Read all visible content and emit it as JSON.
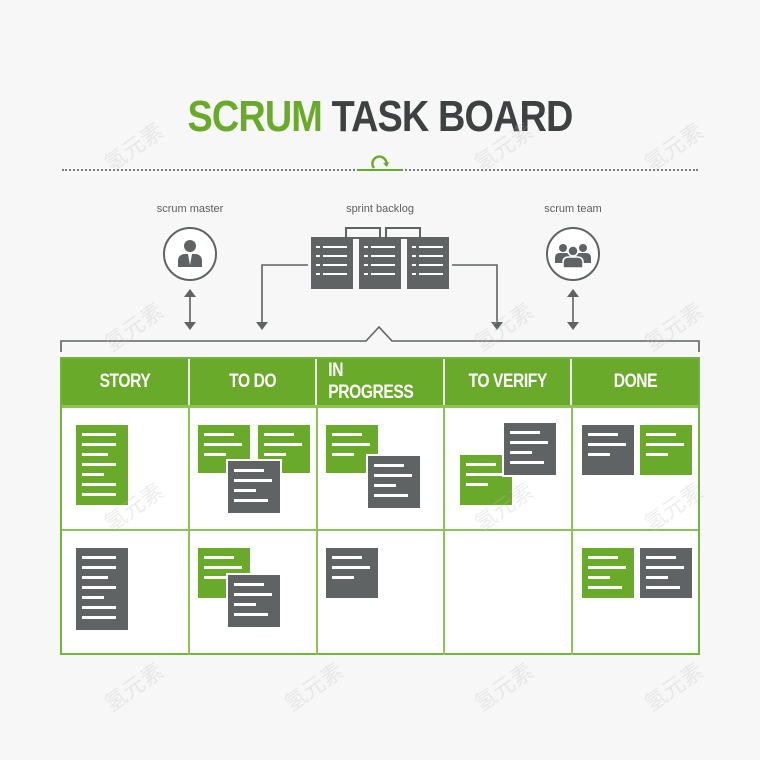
{
  "title": {
    "part1": "SCRUM",
    "part2": "TASK BOARD"
  },
  "roles": {
    "scrum_master": "scrum master",
    "sprint_backlog": "sprint backlog",
    "scrum_team": "scrum team"
  },
  "columns": [
    "STORY",
    "TO DO",
    "IN PROGRESS",
    "TO VERIFY",
    "DONE"
  ],
  "colors": {
    "green": "#6aaa2a",
    "gray": "#5f6363",
    "dark": "#3e4141"
  },
  "watermark": "氢元素"
}
